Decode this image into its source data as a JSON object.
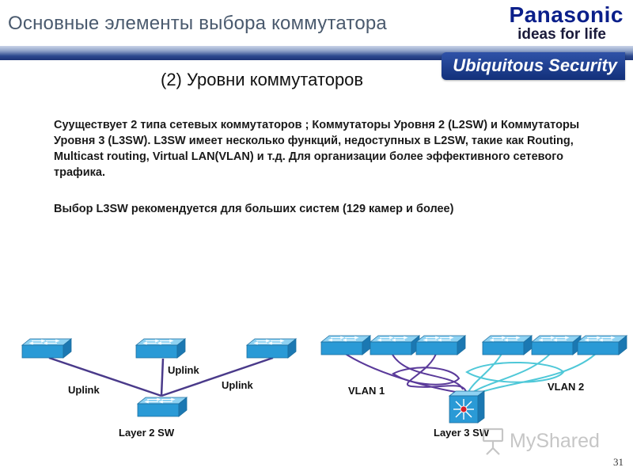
{
  "slide": {
    "title": "Основные элементы выбора коммутатора",
    "section_heading": "(2) Уровни коммутаторов",
    "paragraph_1": "Сууществует 2 типа сетевых коммутаторов ; Коммутаторы Уровня 2 (L2SW) и Коммутаторы Уровня 3 (L3SW). L3SW имеет несколько функций, недоступных в L2SW, такие как Routing, Multicast routing, Virtual LAN(VLAN) и т.д. Для организации более эффективного сетевого трафика.",
    "paragraph_2": "Выбор L3SW рекомендуется для больших систем (129 камер и более)",
    "page_number": "31"
  },
  "brand": {
    "name": "Panasonic",
    "slogan": "ideas for life",
    "sub_brand": "Ubiquitous Security"
  },
  "diagram": {
    "layer2": {
      "uplink_left": "Uplink",
      "uplink_center": "Uplink",
      "uplink_right": "Uplink",
      "core_label": "Layer 2 SW"
    },
    "layer3": {
      "vlan1_label": "VLAN 1",
      "vlan2_label": "VLAN 2",
      "core_label": "Layer 3 SW"
    },
    "colors": {
      "switch_face": "#2a9ad6",
      "switch_top": "#7ccaf0",
      "link_purple": "#5a3a9a",
      "link_teal": "#4fc8d8"
    },
    "icons": [
      "switch-icon",
      "multilayer-switch-icon"
    ]
  },
  "watermark": {
    "text": "MyShared"
  }
}
